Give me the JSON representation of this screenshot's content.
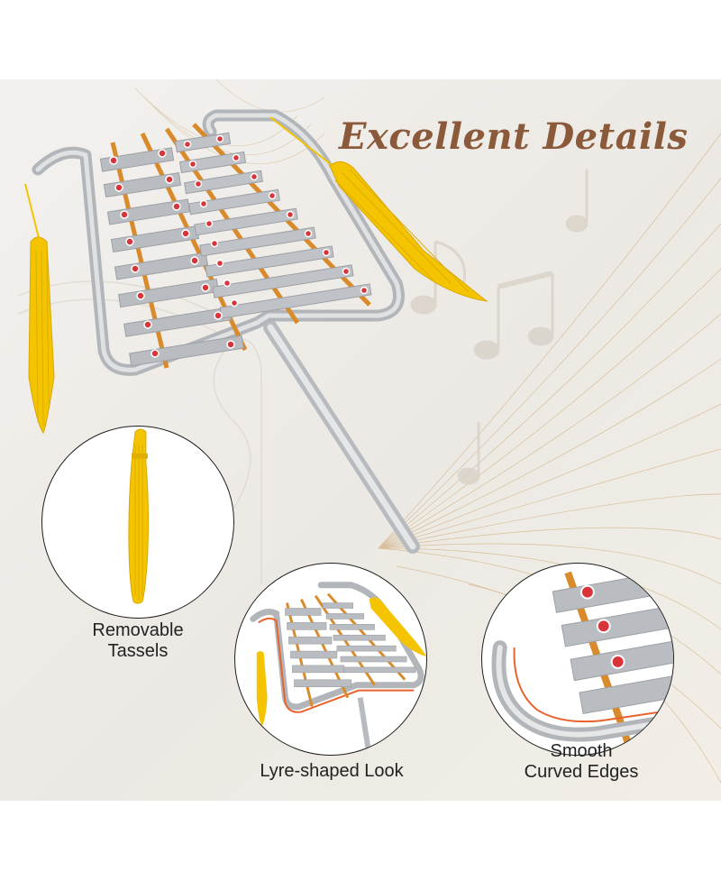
{
  "title": "Excellent Details",
  "features": [
    {
      "id": "tassels",
      "lines": [
        "Removable",
        "Tassels"
      ]
    },
    {
      "id": "lyre",
      "lines": [
        "Lyre-shaped Look"
      ]
    },
    {
      "id": "edges",
      "lines": [
        "Smooth",
        "Curved Edges"
      ]
    }
  ],
  "colors": {
    "title": "#8a5a3a",
    "tassel": "#f5c400",
    "frame": "#c9cbce",
    "bar": "#b9bcc0",
    "dot": "#d8353a",
    "bracket": "#d98a2a",
    "highlight": "#e8622b"
  },
  "icons": [
    "music-notes-icon",
    "fan-lines-decoration"
  ]
}
